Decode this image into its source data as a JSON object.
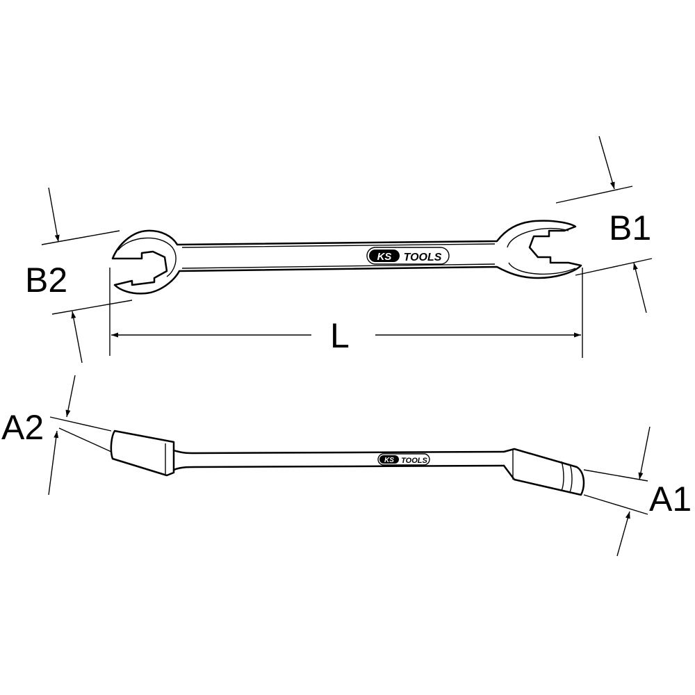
{
  "dimensions": {
    "b1": "B1",
    "b2": "B2",
    "l": "L",
    "a1": "A1",
    "a2": "A2"
  },
  "logo": {
    "brand": "KS",
    "word": "TOOLS"
  },
  "colors": {
    "line": "#000000",
    "background": "#ffffff"
  }
}
